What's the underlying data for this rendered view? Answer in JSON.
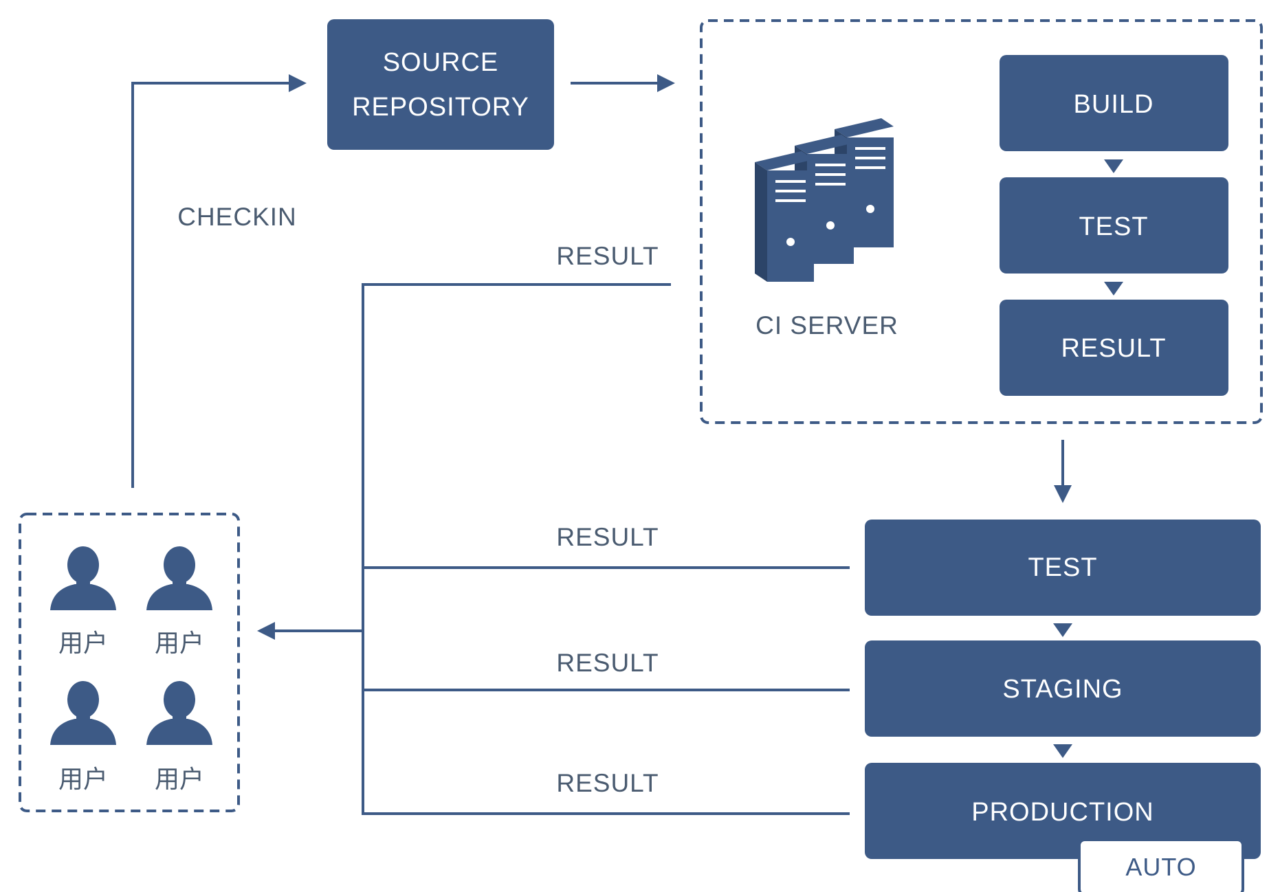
{
  "source_repository": {
    "line1": "SOURCE",
    "line2": "REPOSITORY"
  },
  "checkin_label": "CHECKIN",
  "ci_server": {
    "label": "CI SERVER",
    "steps": [
      "BUILD",
      "TEST",
      "RESULT"
    ]
  },
  "result_labels": [
    "RESULT",
    "RESULT",
    "RESULT",
    "RESULT"
  ],
  "deploy_steps": [
    "TEST",
    "STAGING",
    "PRODUCTION"
  ],
  "auto_label": "AUTO",
  "users": [
    "用户",
    "用户",
    "用户",
    "用户"
  ],
  "colors": {
    "primary": "#3d5a86",
    "text": "#4a5b70",
    "background": "#ffffff"
  }
}
